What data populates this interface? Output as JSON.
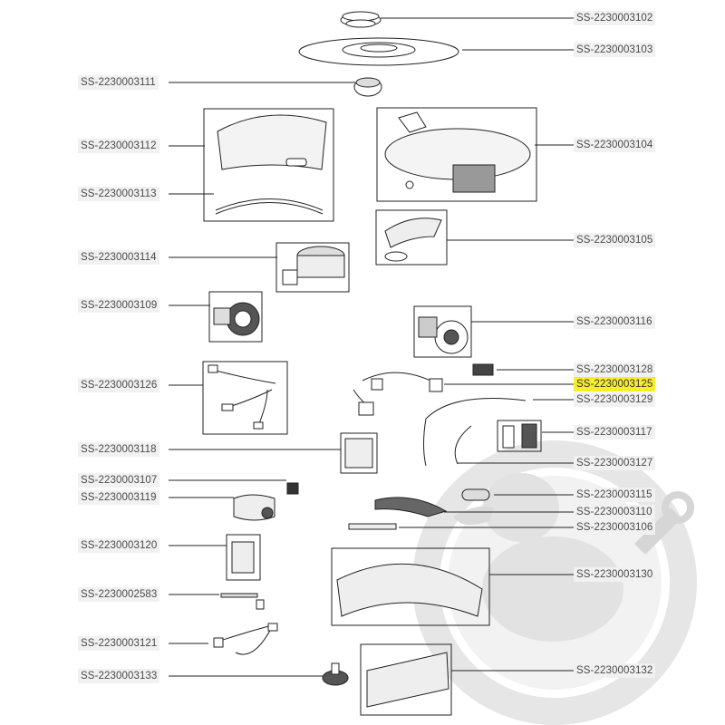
{
  "colors": {
    "highlight": "#f7ee2a",
    "label_bg": "#f1f1f1",
    "line": "#222222",
    "watermark": "#e4e4e4"
  },
  "watermark_icon": "duck-wrench-logo-icon",
  "labels_right": [
    {
      "id": "r1",
      "text": "SS-2230003102"
    },
    {
      "id": "r2",
      "text": "SS-2230003103"
    },
    {
      "id": "r3",
      "text": "SS-2230003104"
    },
    {
      "id": "r4",
      "text": "SS-2230003105"
    },
    {
      "id": "r5",
      "text": "SS-2230003116"
    },
    {
      "id": "r6",
      "text": "SS-2230003128"
    },
    {
      "id": "r7",
      "text": "SS-2230003125",
      "highlighted": true
    },
    {
      "id": "r8",
      "text": "SS-2230003129"
    },
    {
      "id": "r9",
      "text": "SS-2230003117"
    },
    {
      "id": "r10",
      "text": "SS-2230003127"
    },
    {
      "id": "r11",
      "text": "SS-2230003115"
    },
    {
      "id": "r12",
      "text": "SS-2230003110"
    },
    {
      "id": "r13",
      "text": "SS-2230003106"
    },
    {
      "id": "r14",
      "text": "SS-2230003130"
    },
    {
      "id": "r15",
      "text": "SS-2230003132"
    }
  ],
  "labels_left": [
    {
      "id": "l1",
      "text": "SS-2230003111"
    },
    {
      "id": "l2",
      "text": "SS-2230003112"
    },
    {
      "id": "l3",
      "text": "SS-2230003113"
    },
    {
      "id": "l4",
      "text": "SS-2230003114"
    },
    {
      "id": "l5",
      "text": "SS-2230003109"
    },
    {
      "id": "l6",
      "text": "SS-2230003126"
    },
    {
      "id": "l7",
      "text": "SS-2230003118"
    },
    {
      "id": "l8",
      "text": "SS-2230003107"
    },
    {
      "id": "l9",
      "text": "SS-2230003119"
    },
    {
      "id": "l10",
      "text": "SS-2230003120"
    },
    {
      "id": "l11",
      "text": "SS-2230002583"
    },
    {
      "id": "l12",
      "text": "SS-2230003121"
    },
    {
      "id": "l13",
      "text": "SS-2230003133"
    }
  ]
}
